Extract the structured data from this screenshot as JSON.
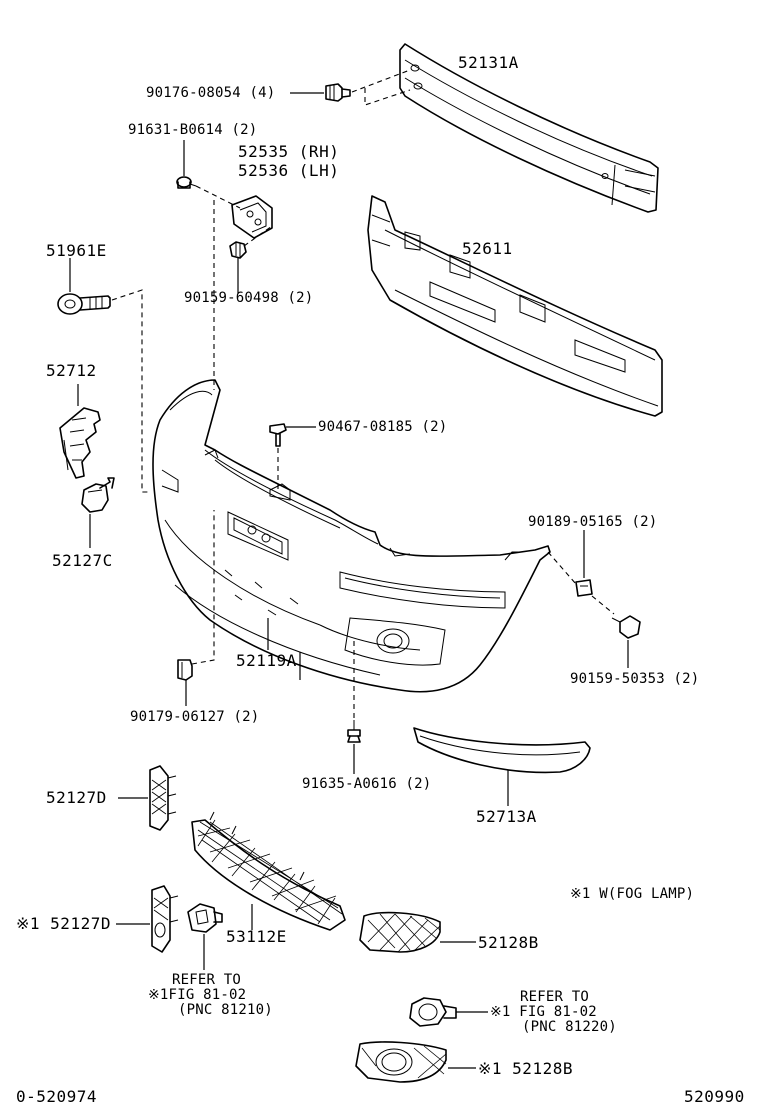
{
  "labels": {
    "reinforcement": "52131A",
    "bolt_reinf": "90176-08054 (4)",
    "screw_upper": "91631-B0614 (2)",
    "bracket_rh": "52535 (RH)",
    "bracket_lh": "52536 (LH)",
    "screw_bracket": "90159-60498 (2)",
    "absorber": "52611",
    "hook": "51961E",
    "side_cover": "52712",
    "clip_upper": "90467-08185 (2)",
    "cap": "52127C",
    "nut_side": "90189-05165 (2)",
    "bumper_cover": "52119A",
    "screw_side": "90159-50353 (2)",
    "clip_lower": "90179-06127 (2)",
    "clip_bottom": "91635-A0616 (2)",
    "molding": "52713A",
    "grille_cover_d": "52127D",
    "fog_note": "※1 W(FOG LAMP)",
    "grille_cover_d_fog": "※1 52127D",
    "grille": "53112E",
    "fog_cover": "52128B",
    "refer_left_1": "REFER TO",
    "refer_left_2": "※1FIG 81-02",
    "refer_left_3": "(PNC 81210)",
    "refer_right_1": "REFER TO",
    "refer_right_2": "※1 FIG 81-02",
    "refer_right_3": "(PNC 81220)",
    "fog_cover_fog": "※1 52128B",
    "fig_number": "0-520974",
    "page_code": "520990"
  },
  "icons": [
    "bolt-icon",
    "screw-icon",
    "clip-icon",
    "nut-icon",
    "fog-lamp-icon"
  ]
}
